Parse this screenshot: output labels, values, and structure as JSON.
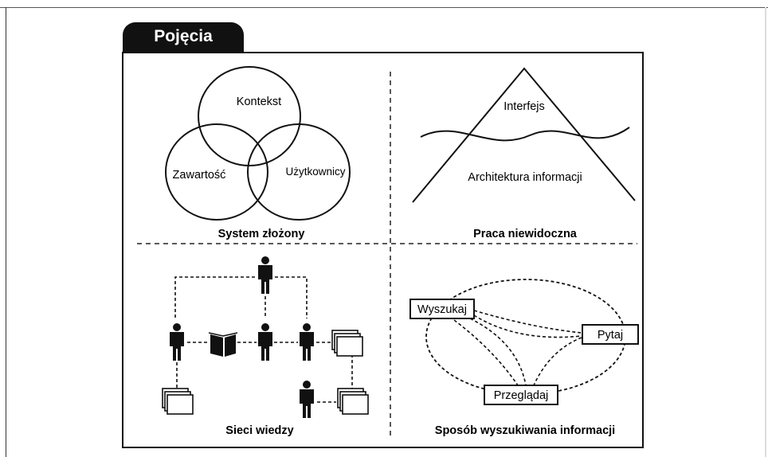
{
  "tab_title": "Pojęcia",
  "quadrants": {
    "complex_system": {
      "caption": "System złożony",
      "circles": [
        "Kontekst",
        "Zawartość",
        "Użytkownicy"
      ]
    },
    "invisible_work": {
      "caption": "Praca niewidoczna",
      "top_label": "Interfejs",
      "bottom_label": "Architektura informacji"
    },
    "knowledge_networks": {
      "caption": "Sieci wiedzy",
      "icons": [
        "person-icon",
        "book-icon",
        "document-stack-icon"
      ]
    },
    "information_seeking": {
      "caption": "Sposób wyszukiwania informacji",
      "nodes": [
        "Wyszukaj",
        "Pytaj",
        "Przeglądaj"
      ]
    }
  }
}
